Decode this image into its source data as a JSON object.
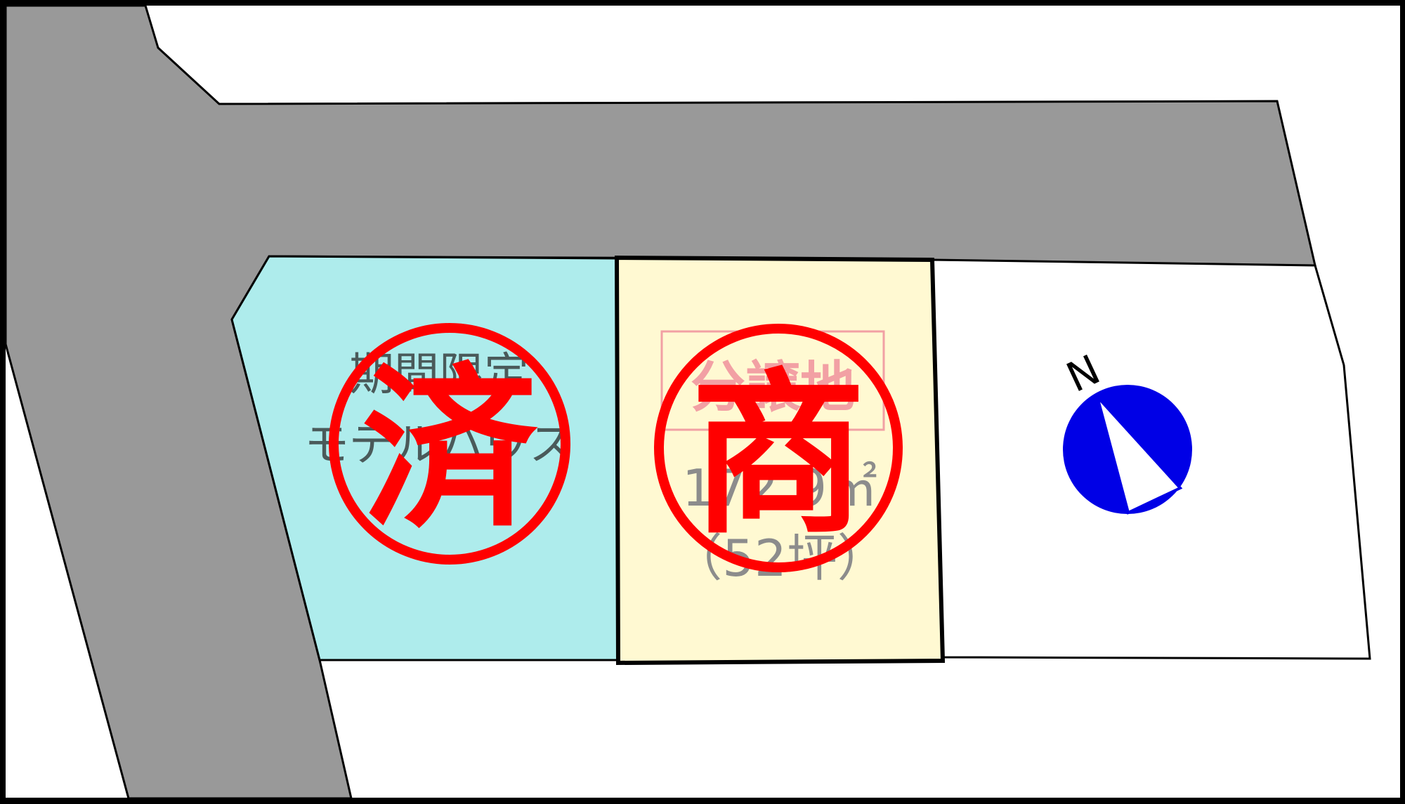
{
  "map": {
    "colors": {
      "road": "#999999",
      "model_house_lot": "#AEECEC",
      "sale_lot": "#FFF9D2",
      "empty_lot": "#FFFFFF",
      "outline": "#000000",
      "stamp_red": "#FF0000",
      "faded_red": "#F2A0A4",
      "faded_gray": "#8C8C8C",
      "compass_blue": "#0000E6"
    },
    "model_house_lot": {
      "line1": "期間限定",
      "line2": "モデルハウス",
      "stamp": "済",
      "status": "sold"
    },
    "sale_lot": {
      "badge": "分譲地",
      "area_m2": "172.9㎡",
      "area_tsubo": "（52坪）",
      "stamp": "商",
      "status": "under-negotiation"
    },
    "compass": {
      "label": "N",
      "icon": "north-arrow-icon"
    }
  }
}
